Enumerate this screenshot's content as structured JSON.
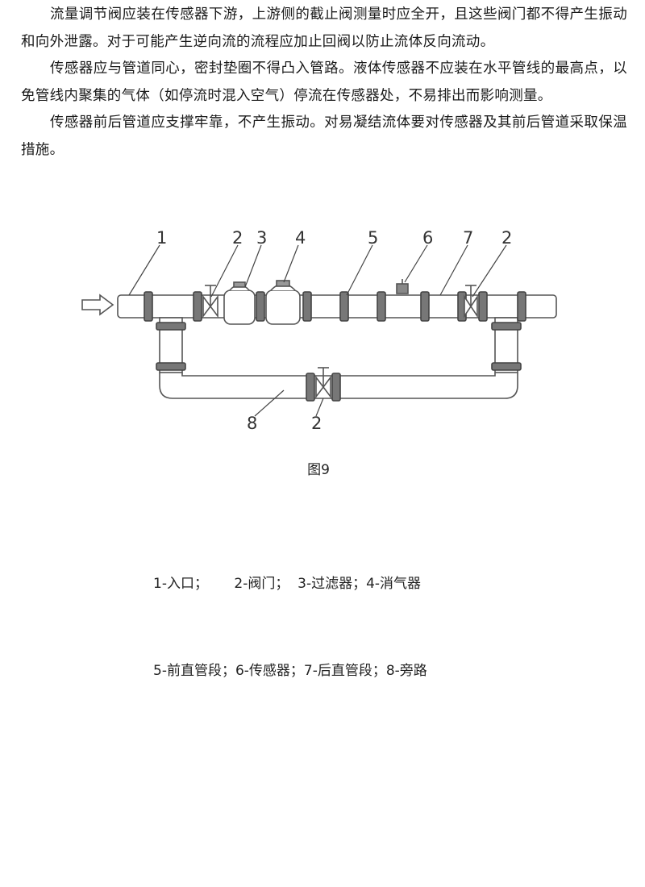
{
  "paragraphs": [
    "流量调节阀应装在传感器下游，上游侧的截止阀测量时应全开，且这些阀门都不得产生振动和向外泄露。对于可能产生逆向流的流程应加止回阀以防止流体反向流动。",
    "传感器应与管道同心，密封垫圈不得凸入管路。液体传感器不应装在水平管线的最高点，以免管线内聚集的气体（如停流时混入空气）停流在传感器处，不易排出而影响测量。",
    "传感器前后管道应支撑牢靠，不产生振动。对易凝结流体要对传感器及其前后管道采取保温措施。"
  ],
  "figure": {
    "callouts": {
      "c1": "1",
      "c2a": "2",
      "c3": "3",
      "c4": "4",
      "c5": "5",
      "c6": "6",
      "c7": "7",
      "c2b": "2",
      "c8": "8",
      "c2c": "2"
    },
    "caption": "图9"
  },
  "legend": {
    "line1": "1-入口；      2-阀门；  3-过滤器；4-消气器",
    "line2": "5-前直管段；6-传感器；7-后直管段；8-旁路"
  }
}
